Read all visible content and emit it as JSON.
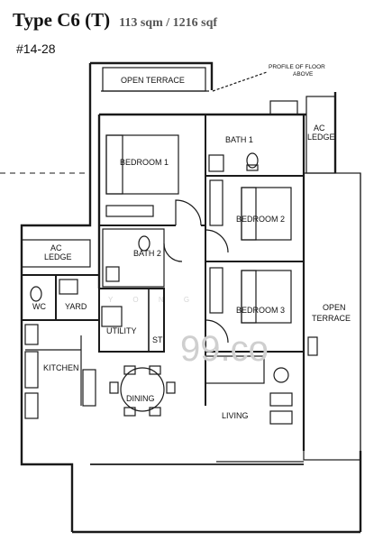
{
  "header": {
    "type_label": "Type C6  (T)",
    "area_label": "113 sqm / 1216 sqf",
    "unit_number": "#14-28"
  },
  "rooms": {
    "open_terrace_top": "OPEN TERRACE",
    "profile_note_1": "PROFILE OF  FLOOR",
    "profile_note_2": "ABOVE",
    "ac_ledge_right_1": "AC",
    "ac_ledge_right_2": "LEDGE",
    "bath1": "BATH 1",
    "bedroom1": "BEDROOM 1",
    "bedroom2": "BEDROOM 2",
    "bedroom3": "BEDROOM 3",
    "bath2": "BATH 2",
    "ac_ledge_left_1": "AC",
    "ac_ledge_left_2": "LEDGE",
    "wc": "WC",
    "yard": "YARD",
    "utility": "UTILITY",
    "st": "ST",
    "kitchen": "KITCHEN",
    "dining": "DINING",
    "living": "LIVING",
    "open_terrace_right_1": "OPEN",
    "open_terrace_right_2": "TERRACE"
  },
  "watermark": {
    "logo_text": "99.co",
    "brand_text": "Y  O  N  G"
  },
  "colors": {
    "wall": "#1a1a1a",
    "watermark": "#cfcfcf"
  }
}
